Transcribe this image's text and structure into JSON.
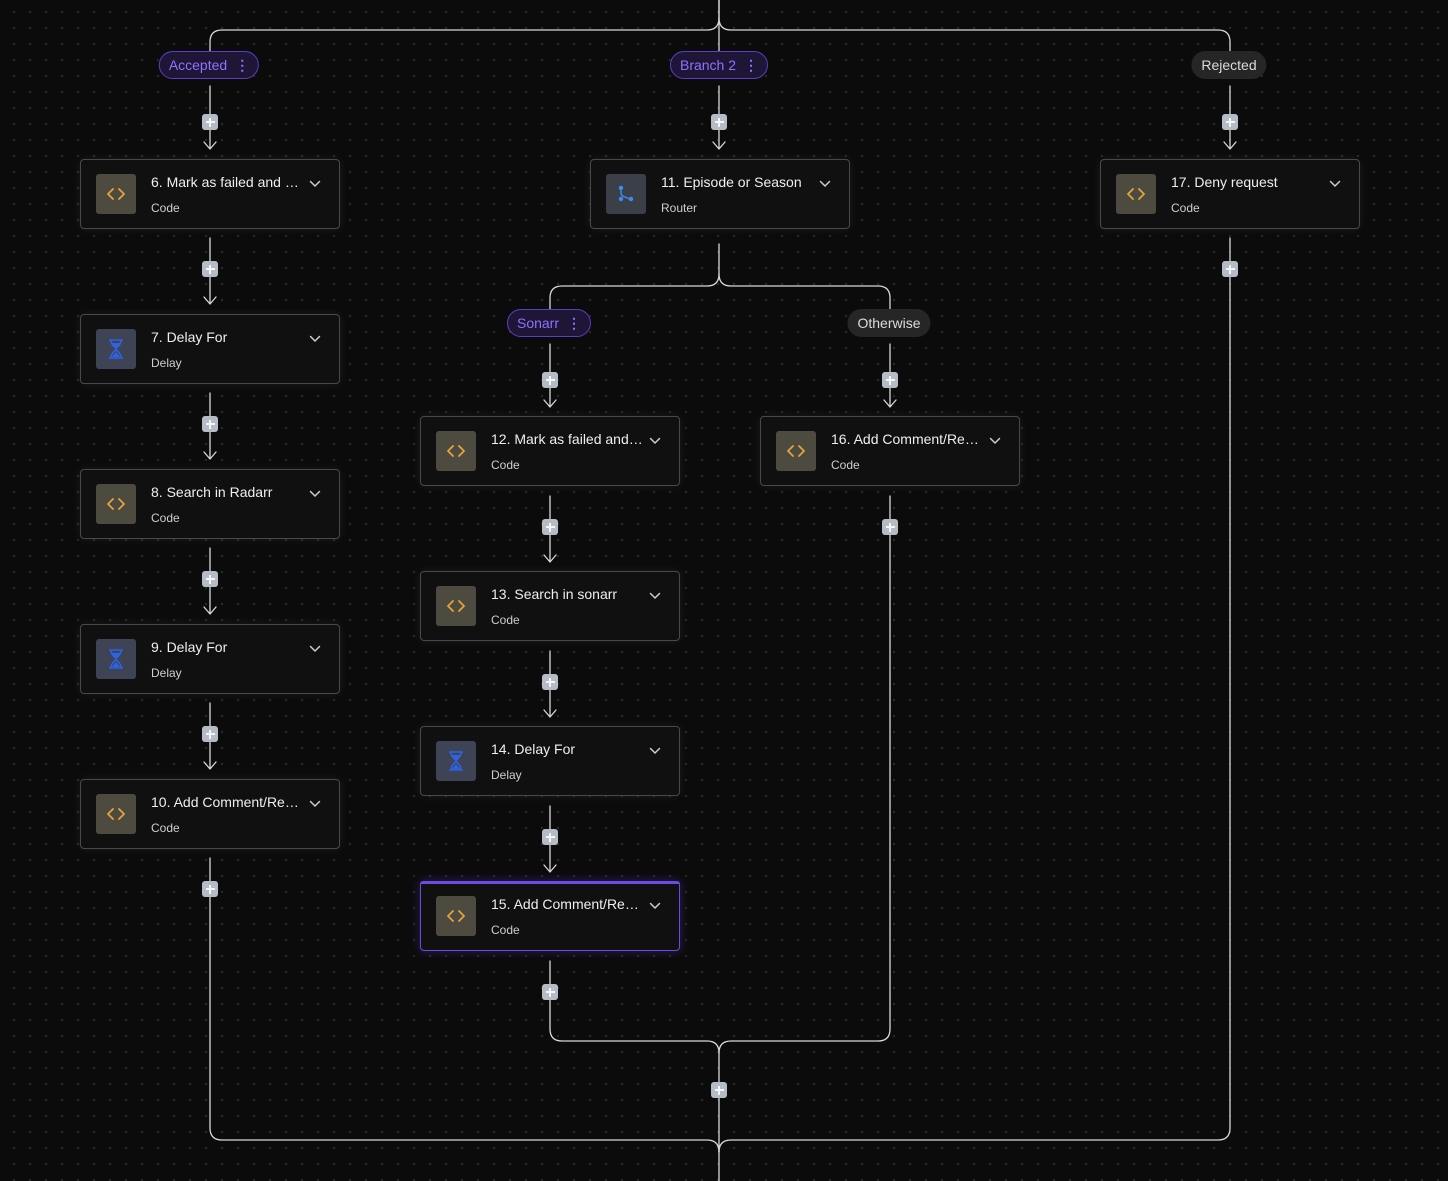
{
  "branches": {
    "accepted": {
      "label": "Accepted",
      "kebab": "⋮"
    },
    "branch2": {
      "label": "Branch 2",
      "kebab": "⋮"
    },
    "rejected": {
      "label": "Rejected"
    },
    "sonarr": {
      "label": "Sonarr",
      "kebab": "⋮"
    },
    "otherwise": {
      "label": "Otherwise"
    }
  },
  "steps": {
    "s6": {
      "title": "6. Mark as failed and d...",
      "subtitle": "Code",
      "icon": "code-icon"
    },
    "s7": {
      "title": "7. Delay For",
      "subtitle": "Delay",
      "icon": "hourglass-icon"
    },
    "s8": {
      "title": "8. Search in Radarr",
      "subtitle": "Code",
      "icon": "code-icon"
    },
    "s9": {
      "title": "9. Delay For",
      "subtitle": "Delay",
      "icon": "hourglass-icon"
    },
    "s10": {
      "title": "10. Add Comment/Res...",
      "subtitle": "Code",
      "icon": "code-icon"
    },
    "s11": {
      "title": "11. Episode or Season",
      "subtitle": "Router",
      "icon": "router-icon"
    },
    "s12": {
      "title": "12. Mark as failed and ...",
      "subtitle": "Code",
      "icon": "code-icon"
    },
    "s13": {
      "title": "13. Search in sonarr",
      "subtitle": "Code",
      "icon": "code-icon"
    },
    "s14": {
      "title": "14. Delay For",
      "subtitle": "Delay",
      "icon": "hourglass-icon"
    },
    "s15": {
      "title": "15. Add Comment/Res...",
      "subtitle": "Code",
      "icon": "code-icon",
      "selected": true
    },
    "s16": {
      "title": "16. Add Comment/Res...",
      "subtitle": "Code",
      "icon": "code-icon"
    },
    "s17": {
      "title": "17. Deny request",
      "subtitle": "Code",
      "icon": "code-icon"
    }
  },
  "colors": {
    "background": "#0c0b0b",
    "card_border": "#4a4848",
    "selected_accent": "#6c4ae8",
    "branch_accent": "#8f72ff",
    "code_icon": "#e3a33e",
    "delay_icon": "#2f63e6",
    "router_icon": "#3b8ef5",
    "connector": "#d8d8d8"
  }
}
